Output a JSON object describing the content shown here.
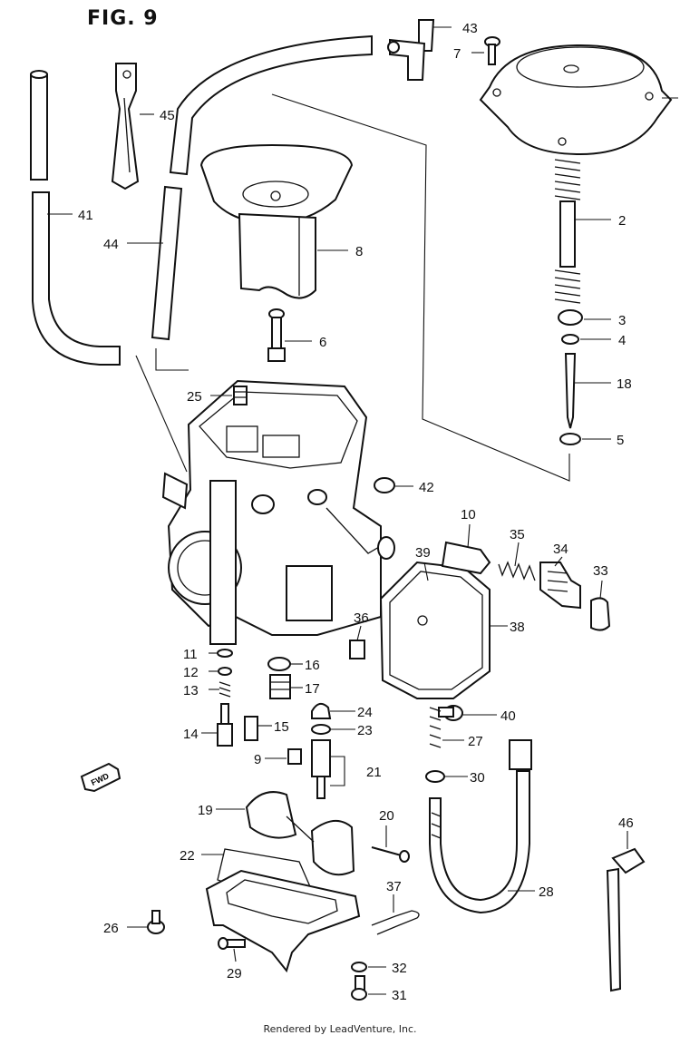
{
  "figure": {
    "title": "FIG. 9",
    "footer": "Rendered by LeadVenture, Inc.",
    "fwd_label": "FWD"
  },
  "callouts": [
    {
      "id": "43",
      "label": "43"
    },
    {
      "id": "7",
      "label": "7"
    },
    {
      "id": "45",
      "label": "45"
    },
    {
      "id": "41",
      "label": "41"
    },
    {
      "id": "44",
      "label": "44"
    },
    {
      "id": "2",
      "label": "2"
    },
    {
      "id": "8",
      "label": "8"
    },
    {
      "id": "3",
      "label": "3"
    },
    {
      "id": "4",
      "label": "4"
    },
    {
      "id": "6",
      "label": "6"
    },
    {
      "id": "18",
      "label": "18"
    },
    {
      "id": "25",
      "label": "25"
    },
    {
      "id": "5",
      "label": "5"
    },
    {
      "id": "42",
      "label": "42"
    },
    {
      "id": "10",
      "label": "10"
    },
    {
      "id": "35",
      "label": "35"
    },
    {
      "id": "39",
      "label": "39"
    },
    {
      "id": "34",
      "label": "34"
    },
    {
      "id": "33",
      "label": "33"
    },
    {
      "id": "36",
      "label": "36"
    },
    {
      "id": "38",
      "label": "38"
    },
    {
      "id": "11",
      "label": "11"
    },
    {
      "id": "16",
      "label": "16"
    },
    {
      "id": "12",
      "label": "12"
    },
    {
      "id": "17",
      "label": "17"
    },
    {
      "id": "13",
      "label": "13"
    },
    {
      "id": "24",
      "label": "24"
    },
    {
      "id": "40",
      "label": "40"
    },
    {
      "id": "14",
      "label": "14"
    },
    {
      "id": "15",
      "label": "15"
    },
    {
      "id": "23",
      "label": "23"
    },
    {
      "id": "27",
      "label": "27"
    },
    {
      "id": "9",
      "label": "9"
    },
    {
      "id": "21",
      "label": "21"
    },
    {
      "id": "30",
      "label": "30"
    },
    {
      "id": "19",
      "label": "19"
    },
    {
      "id": "20",
      "label": "20"
    },
    {
      "id": "46",
      "label": "46"
    },
    {
      "id": "22",
      "label": "22"
    },
    {
      "id": "28",
      "label": "28"
    },
    {
      "id": "37",
      "label": "37"
    },
    {
      "id": "26",
      "label": "26"
    },
    {
      "id": "32",
      "label": "32"
    },
    {
      "id": "29",
      "label": "29"
    },
    {
      "id": "31",
      "label": "31"
    }
  ]
}
